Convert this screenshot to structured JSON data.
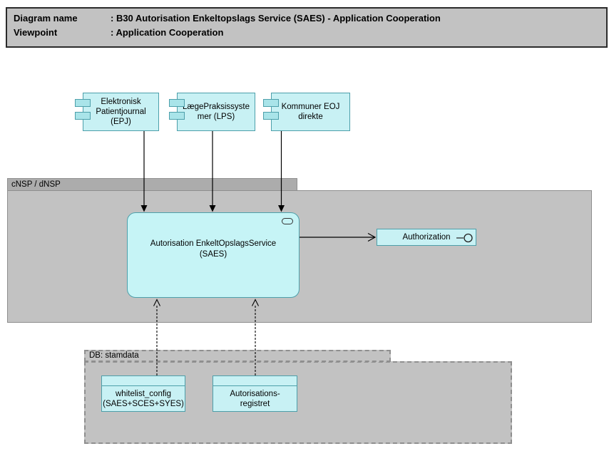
{
  "title_block": {
    "rows": [
      {
        "label": "Diagram name",
        "value": ": B30 Autorisation Enkeltopslags Service (SAES) - Application Cooperation"
      },
      {
        "label": "Viewpoint",
        "value": ": Application Cooperation"
      }
    ]
  },
  "groups": {
    "nsp": {
      "label": "cNSP / dNSP"
    },
    "db": {
      "label": "DB: stamdata"
    }
  },
  "applications": [
    {
      "name": "epj",
      "label": "Elektronisk\nPatientjournal\n(EPJ)"
    },
    {
      "name": "lps",
      "label": "LægePraksissyste\nmer (LPS)"
    },
    {
      "name": "eoj",
      "label": "Kommuner EOJ\ndirekte"
    }
  ],
  "service": {
    "label": "Autorisation EnkeltOpslagsService\n(SAES)"
  },
  "interface": {
    "label": "Authorization"
  },
  "datastores": [
    {
      "name": "whitelist-config",
      "label": "whitelist_config\n(SAES+SCES+SYES)"
    },
    {
      "name": "autorisationsregistret",
      "label": "Autorisations-\nregistret"
    }
  ],
  "relations": [
    {
      "from": "Elektronisk Patientjournal (EPJ)",
      "to": "Autorisation EnkeltOpslagsService (SAES)",
      "style": "solid-filled-arrow"
    },
    {
      "from": "LægePraksissystemer (LPS)",
      "to": "Autorisation EnkeltOpslagsService (SAES)",
      "style": "solid-filled-arrow"
    },
    {
      "from": "Kommuner EOJ direkte",
      "to": "Autorisation EnkeltOpslagsService (SAES)",
      "style": "solid-filled-arrow"
    },
    {
      "from": "Autorisation EnkeltOpslagsService (SAES)",
      "to": "Authorization",
      "style": "solid-open-arrow"
    },
    {
      "from": "whitelist_config (SAES+SCES+SYES)",
      "to": "Autorisation EnkeltOpslagsService (SAES)",
      "style": "dashed-open-arrow"
    },
    {
      "from": "Autorisationsregistret",
      "to": "Autorisation EnkeltOpslagsService (SAES)",
      "style": "dashed-open-arrow"
    }
  ],
  "colors": {
    "element_fill": "#c8f1f4",
    "element_border": "#4d9faa",
    "group_fill": "#c2c2c2",
    "group_tab_fill": "#acacac",
    "group_border": "#8f8f8f",
    "title_fill": "#c2c2c2",
    "connector": "#000000"
  }
}
